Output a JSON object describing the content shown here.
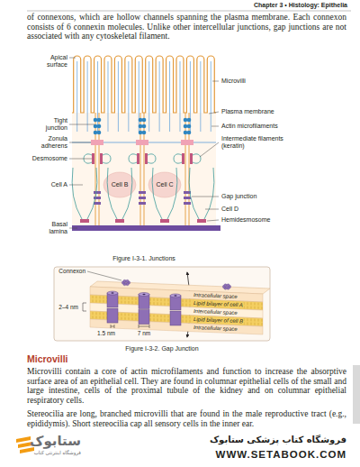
{
  "diagram": {
    "title": "Microvilli",
    "labels": [
      "Chapter 3 • Histology: Epithelia",
      "of connexons, which are hollow channels spanning the plasma membrane. Each connexon consists of 6 connexin molecules. Unlike other intercellular junctions, gap junctions are not associated with any cytoskeletal filament.",
      "Apical surface",
      "Microvilli",
      "Plasma membrane",
      "Actin microfilaments",
      "Tight junction",
      "Intermediate filaments (keratin)",
      "Zonula adherens",
      "Desmosome",
      "Cell A",
      "Cell B",
      "Cell C",
      "Gap junction",
      "Cell D",
      "Hemidesmosome",
      "Basal lamina",
      "Figure I-3-1. Junctions",
      "Connexon",
      "Intracellular space",
      "Lipid bilayer of cell A",
      "2–4 nm",
      "Intercellular space",
      "Lipid bilayer of cell B",
      "Intracellular space",
      "1.5 nm",
      "7 nm",
      "Figure I-3-2. Gap Junction",
      "Microvilli contain a core of actin microfilaments and function to increase the absorptive surface area of an epithelial cell. They are found in columnar epithelial cells of the small and large intestine, cells of the proximal tubule of the kidney and on columnar epithelial respiratory cells.",
      "Stereocilia are long, branched microvilli that are found in the male reproductive tract (e.g., epididymis). Short stereocilia cap all sensory cells in the inner ear.",
      "ستابوک",
      "فروشگاه اینترنتی کتاب",
      "فروشگاه کتاب پزشکی ستابوک",
      "WWW.SETABOOK.COM"
    ]
  }
}
